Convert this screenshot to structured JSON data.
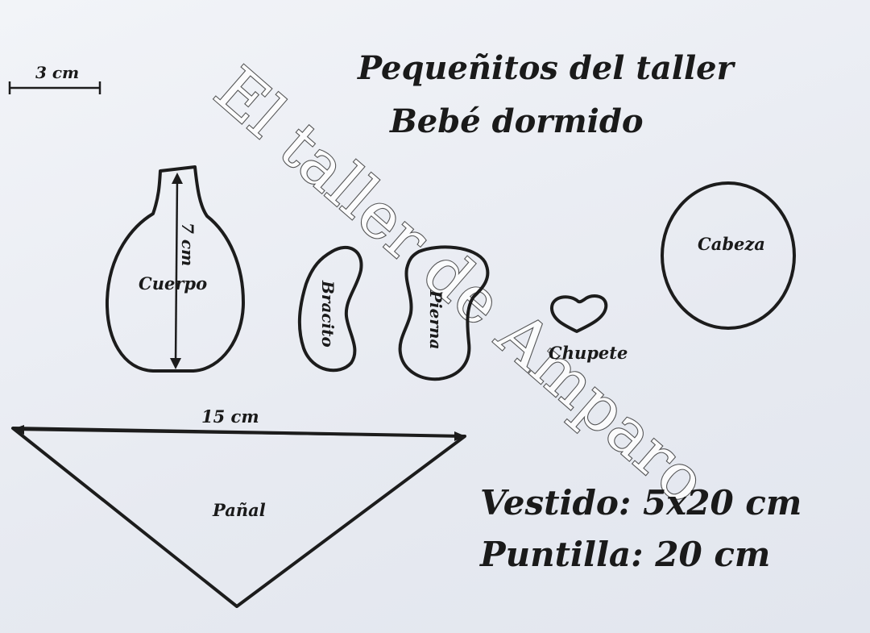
{
  "title": {
    "line1": "Pequeñitos del taller",
    "line2": "Bebé dormido"
  },
  "scale_bar": {
    "label": "3 cm"
  },
  "pieces": {
    "cuerpo": {
      "label": "Cuerpo",
      "measure": "7 cm"
    },
    "bracito": {
      "label": "Bracito"
    },
    "pierna": {
      "label": "Pierna"
    },
    "chupete": {
      "label": "Chupete"
    },
    "cabeza": {
      "label": "Cabeza"
    },
    "panal": {
      "label": "Pañal",
      "measure": "15 cm"
    }
  },
  "notes": {
    "vestido": "Vestido: 5x20 cm",
    "puntilla": "Puntilla: 20 cm"
  },
  "watermark": "El taller de Amparo"
}
